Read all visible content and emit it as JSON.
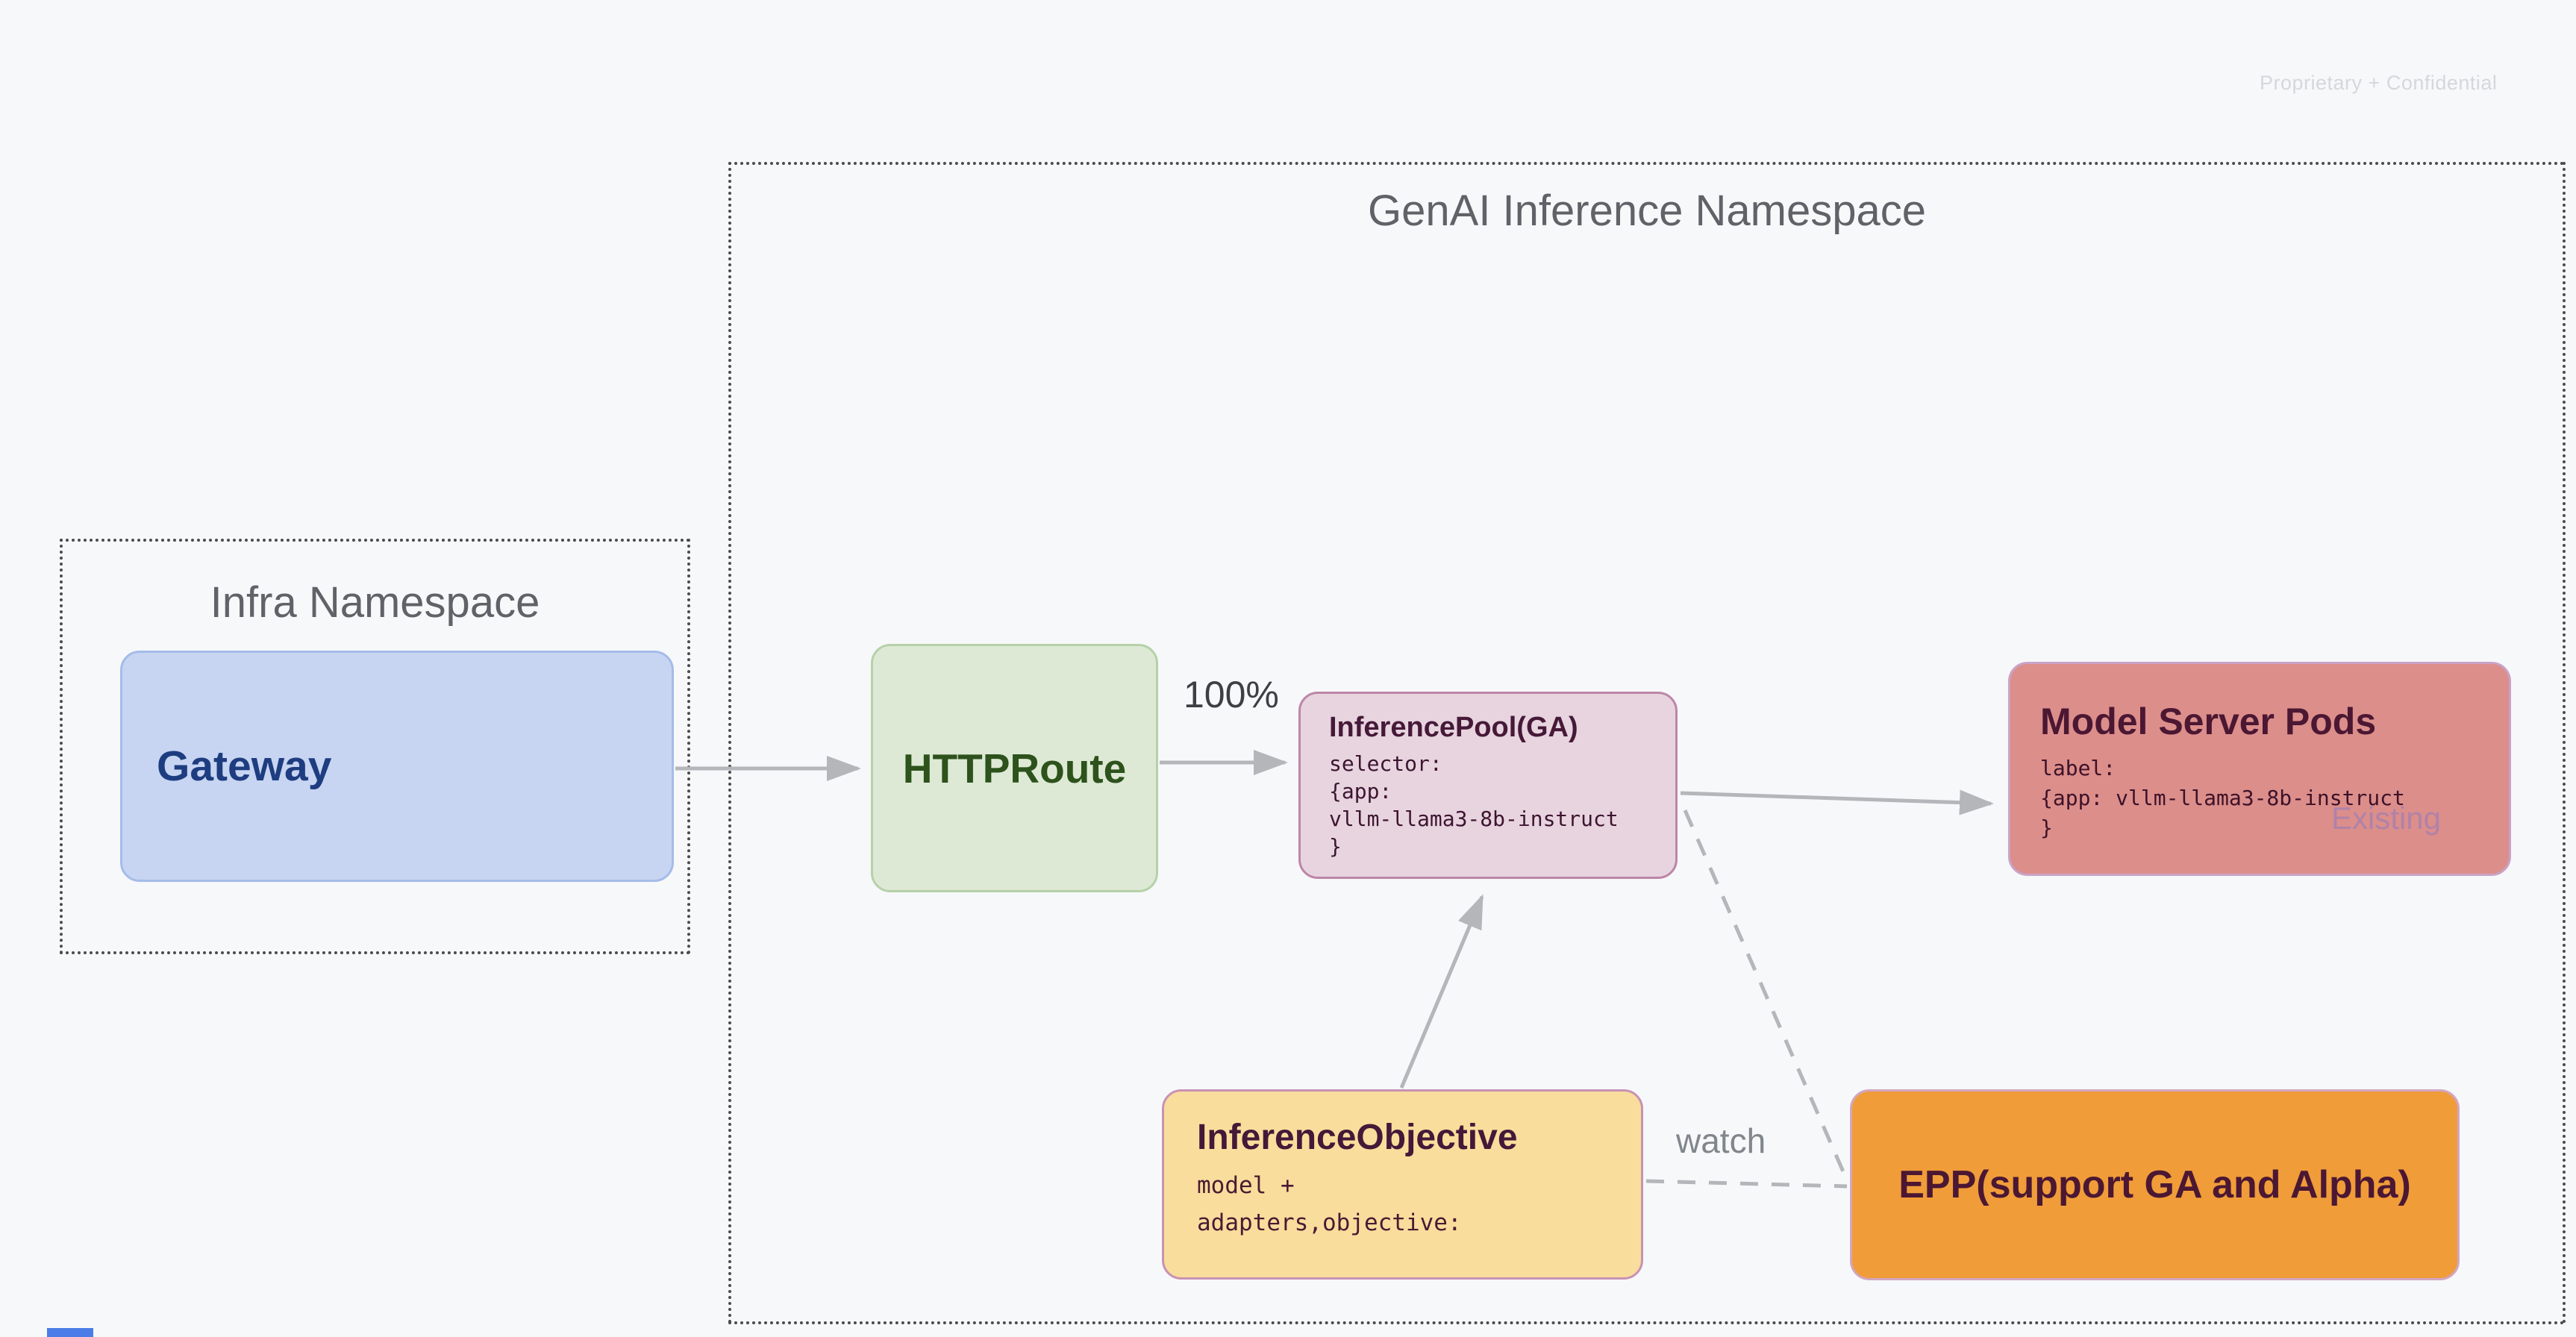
{
  "slide": {
    "watermark": "Proprietary + Confidential"
  },
  "namespaces": {
    "genai": {
      "title": "GenAI Inference Namespace"
    },
    "infra": {
      "title": "Infra Namespace"
    }
  },
  "nodes": {
    "gateway": {
      "label": "Gateway"
    },
    "httproute": {
      "label": "HTTPRoute"
    },
    "inference_pool": {
      "title": "InferencePool(GA)",
      "body": [
        "selector:",
        "{app:",
        "vllm-llama3-8b-instruct",
        "}"
      ]
    },
    "model_server_pods": {
      "title": "Model Server Pods",
      "body": [
        "label:",
        "{app: vllm-llama3-8b-instruct",
        "}"
      ],
      "tag": "Existing"
    },
    "inference_objective": {
      "title": "InferenceObjective",
      "body": [
        "model +",
        "adapters,objective:"
      ]
    },
    "epp": {
      "label": "EPP(support GA and Alpha)"
    }
  },
  "edges": {
    "httproute_to_pool_label": "100%",
    "objective_to_epp_label": "watch"
  },
  "colors": {
    "background": "#f7f8fa",
    "namespace_border": "#4b4b4b",
    "namespace_title": "#5f6368",
    "watermark": "#d5d7da",
    "gateway_fill": "#c7d5f2",
    "gateway_border": "#a4bce9",
    "gateway_text": "#1e3d80",
    "httproute_fill": "#dde9d5",
    "httproute_border": "#b6d1a9",
    "httproute_text": "#2d521c",
    "inference_pool_fill": "#e7d4df",
    "inference_pool_border": "#bd86a8",
    "inference_pool_text": "#461938",
    "model_server_pods_fill": "#dc8e8b",
    "model_server_pods_border": "#c9a3c7",
    "model_server_pods_text": "#4b1732",
    "existing_tag_text": "#a880ad",
    "inference_objective_fill": "#f9dd9c",
    "inference_objective_border": "#c892b4",
    "inference_objective_text": "#431838",
    "epp_fill": "#f09c39",
    "epp_border": "#d2a6c0",
    "epp_text": "#4b1733",
    "arrow": "#b4b6b9",
    "percent_label": "#3c4043",
    "watch_label": "#80868b",
    "bottom_accent": "#4b7ce8"
  }
}
